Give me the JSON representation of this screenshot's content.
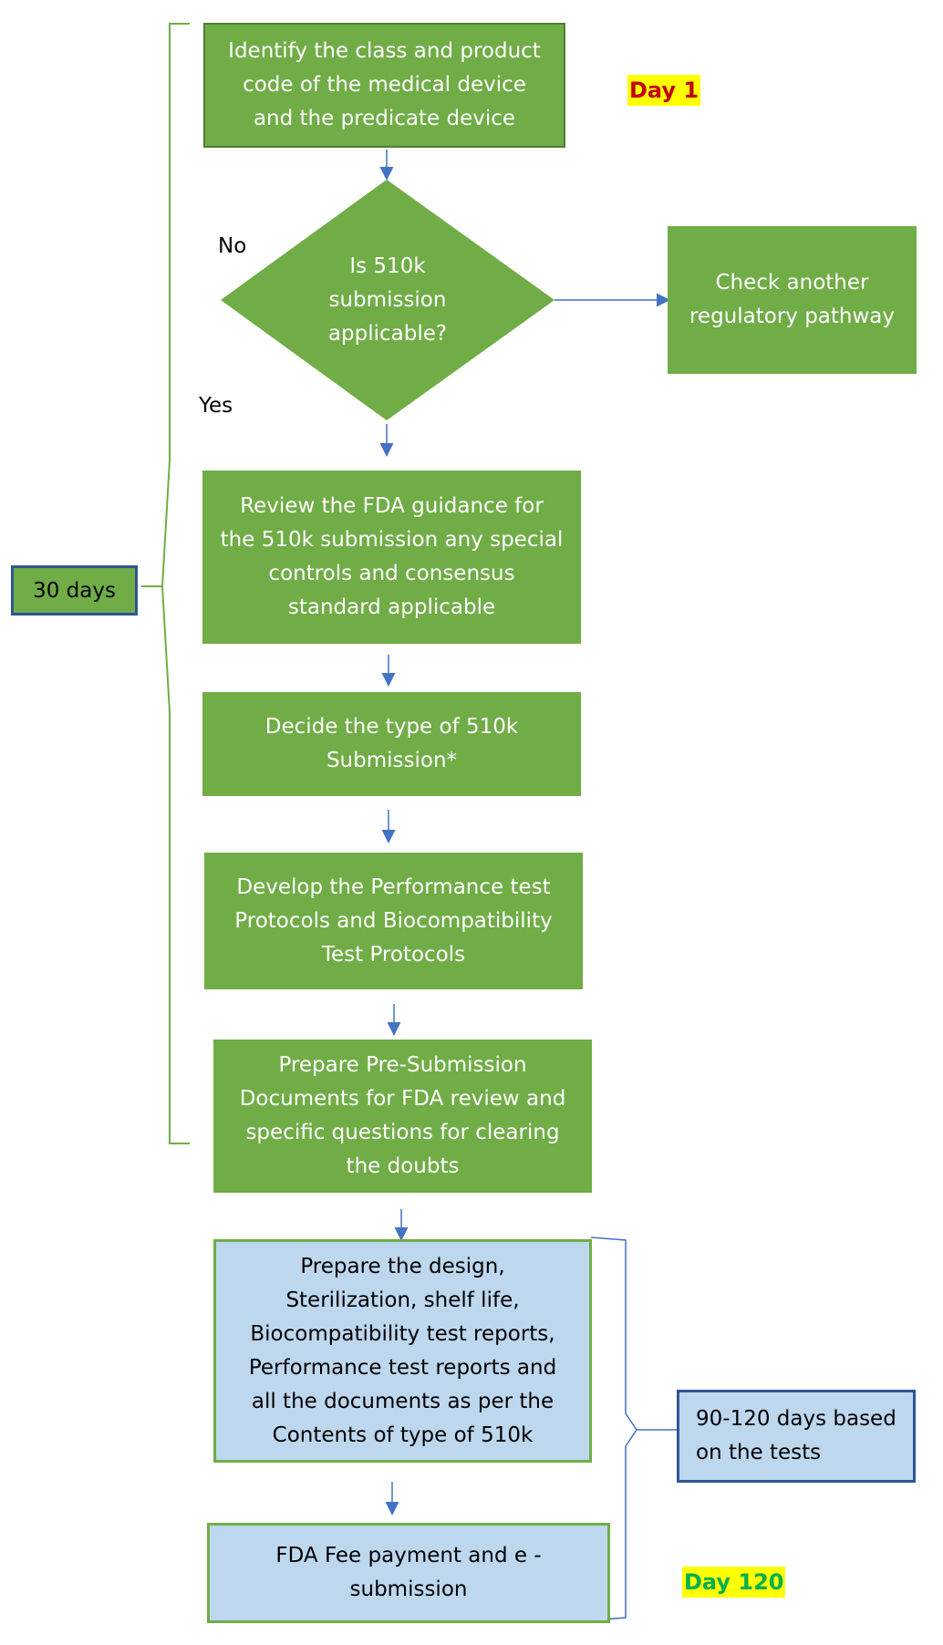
{
  "steps": {
    "identify": "Identify the class and product\ncode of the medical device\nand the predicate device",
    "decision": "Is 510k\nsubmission\napplicable?",
    "other_pathway": "Check another\nregulatory pathway",
    "review": "Review the FDA guidance for\nthe 510k submission any special\ncontrols and consensus\nstandard applicable",
    "decide_type": "Decide the type of 510k\nSubmission*",
    "develop": "Develop the Performance test\nProtocols and Biocompatibility\nTest Protocols",
    "pre_submission": "Prepare Pre-Submission\nDocuments for FDA review and\nspecific questions for clearing\nthe doubts",
    "prepare_design": "Prepare the design,\nSterilization, shelf life,\nBiocompatibility test reports,\nPerformance test reports and\nall the documents as per the\nContents of type of 510k",
    "fee": "FDA Fee payment and e -\nsubmission"
  },
  "labels": {
    "no": "No",
    "yes": "Yes",
    "day1": "Day 1",
    "day120": "Day 120",
    "thirty_days": "30 days",
    "ninety_days": "90-120 days based\non the tests"
  },
  "colors": {
    "green": "#70ad47",
    "blue": "#bdd7ee",
    "arrow": "#4472c4",
    "day1_text": "#c00000",
    "day120_text": "#00b050",
    "highlight": "#ffff00"
  }
}
